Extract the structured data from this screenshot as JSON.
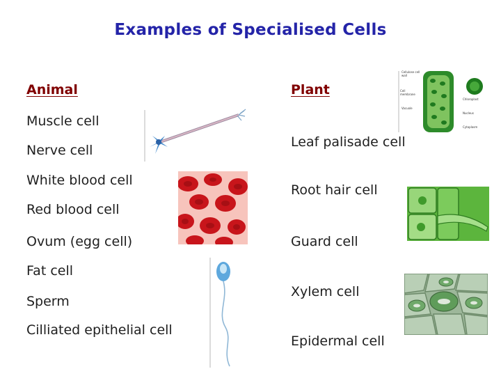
{
  "title": "Examples of Specialised Cells",
  "animal": {
    "heading": "Animal",
    "items": [
      "Muscle cell",
      "Nerve cell",
      "White blood cell",
      "Red blood cell",
      "Ovum (egg cell)",
      "Fat cell",
      "Sperm",
      "Cilliated epithelial cell"
    ]
  },
  "plant": {
    "heading": "Plant",
    "items": [
      "Leaf palisade cell",
      "Root hair cell",
      "Guard cell",
      "Xylem cell",
      "Epidermal cell"
    ]
  },
  "palisade_labels": [
    "Cellulose cell wall",
    "Cell membrane",
    "Vacuole",
    "Nucleus",
    "Chloroplast",
    "Cytoplasm"
  ],
  "colors": {
    "title": "#2424a8",
    "heading": "#800000",
    "blood_red": "#c8151b",
    "plant_green": "#3aa02c",
    "guard_green": "#8fa98c"
  }
}
